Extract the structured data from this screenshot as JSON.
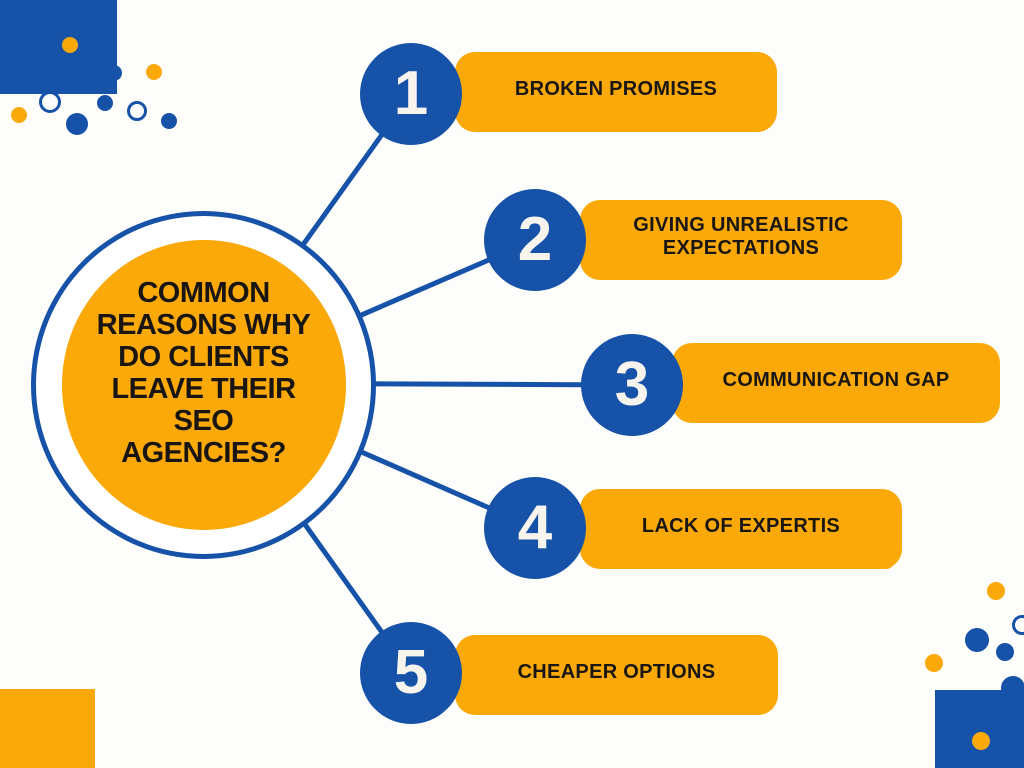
{
  "title": {
    "lines": [
      "COMMON",
      "REASONS WHY",
      "DO CLIENTS",
      "LEAVE THEIR",
      "SEO",
      "AGENCIES?"
    ]
  },
  "items": [
    {
      "number": "1",
      "label": "BROKEN PROMISES"
    },
    {
      "number": "2",
      "label": "GIVING UNREALISTIC EXPECTATIONS"
    },
    {
      "number": "3",
      "label": "COMMUNICATION GAP"
    },
    {
      "number": "4",
      "label": "LACK OF EXPERTIS"
    },
    {
      "number": "5",
      "label": "CHEAPER OPTIONS"
    }
  ],
  "colors": {
    "blue": "#1652A8",
    "orange": "#FAA908",
    "title_text": "#181512",
    "number_text": "#F7F4EE",
    "label_text": "#191613",
    "background": "#FDFDFC"
  }
}
